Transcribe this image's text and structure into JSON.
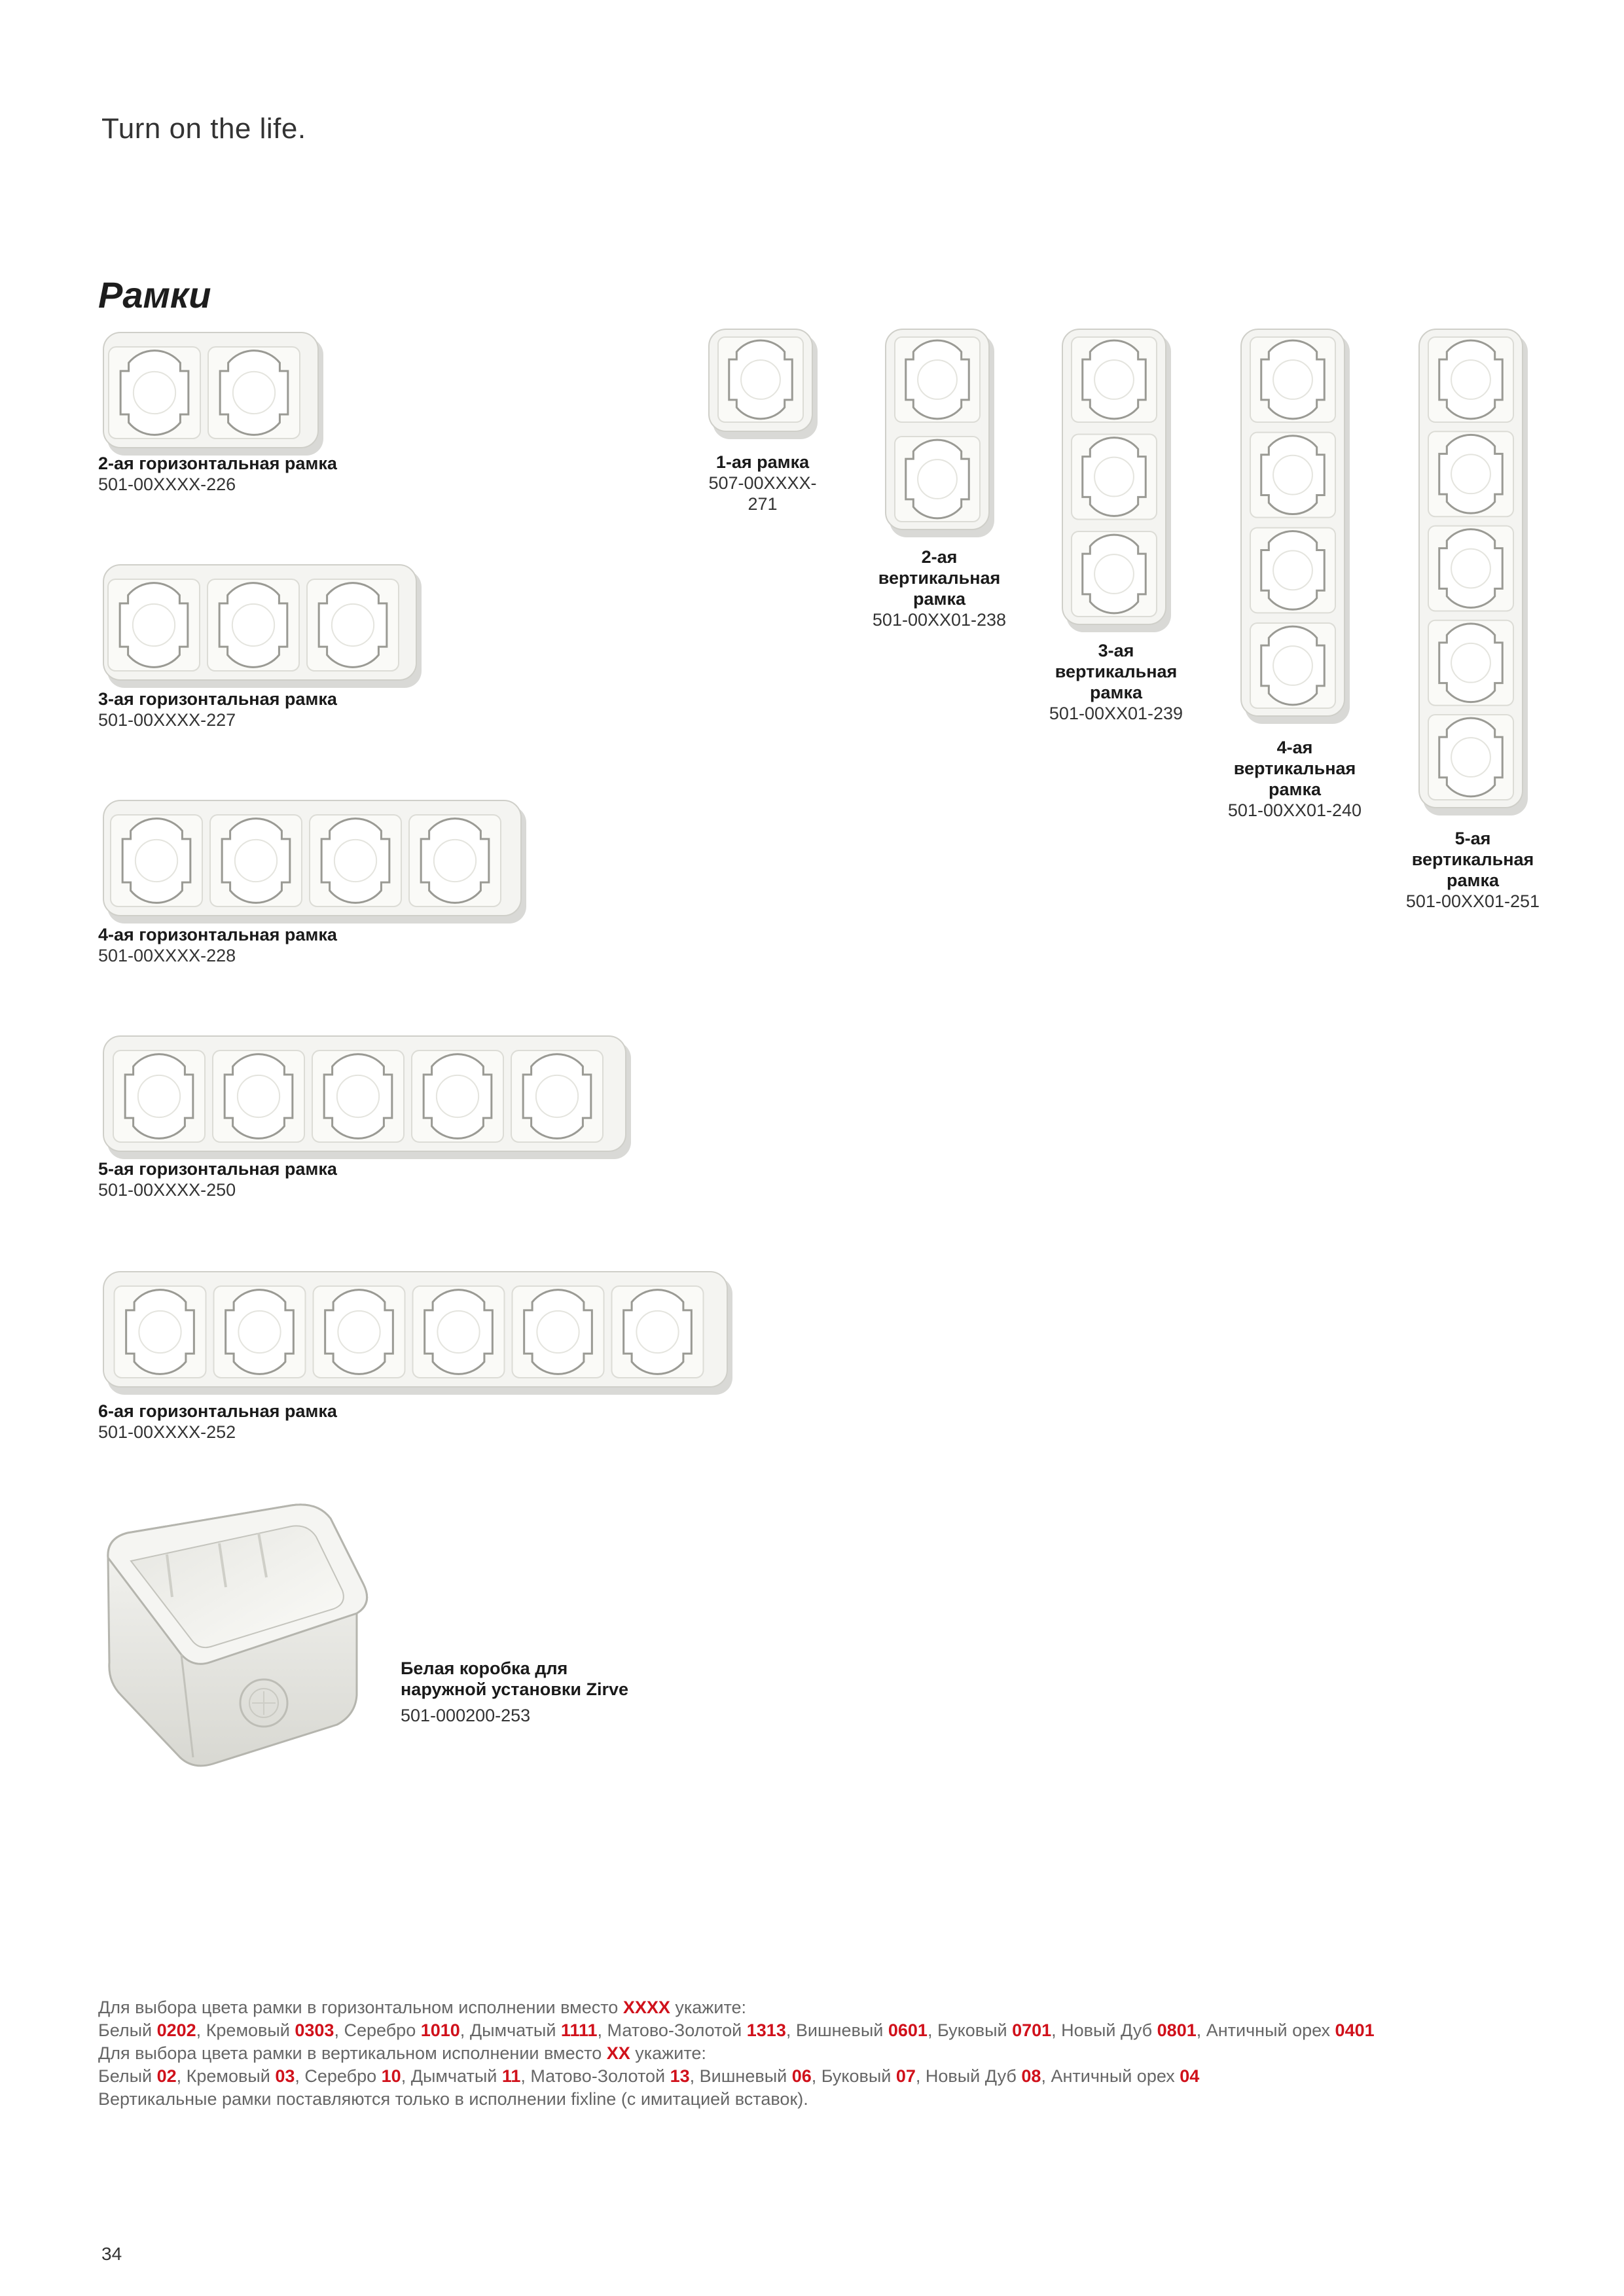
{
  "header": {
    "slogan": "Turn on the life."
  },
  "section": {
    "title": "Рамки"
  },
  "horizontal_frames": [
    {
      "title": "2-ая горизонтальная рамка",
      "code": "501-00XXXX-226",
      "gangs": 2
    },
    {
      "title": "3-ая горизонтальная рамка",
      "code": "501-00XXXX-227",
      "gangs": 3
    },
    {
      "title": "4-ая горизонтальная рамка",
      "code": "501-00XXXX-228",
      "gangs": 4
    },
    {
      "title": "5-ая горизонтальная рамка",
      "code": "501-00XXXX-250",
      "gangs": 5
    },
    {
      "title": "6-ая горизонтальная рамка",
      "code": "501-00XXXX-252",
      "gangs": 6
    }
  ],
  "vertical_frames": [
    {
      "title_lines": [
        "1-ая рамка"
      ],
      "code": "507-00XXXX-271",
      "gangs": 1
    },
    {
      "title_lines": [
        "2-ая",
        "вертикальная",
        "рамка"
      ],
      "code": "501-00XX01-238",
      "gangs": 2
    },
    {
      "title_lines": [
        "3-ая",
        "вертикальная",
        "рамка"
      ],
      "code": "501-00XX01-239",
      "gangs": 3
    },
    {
      "title_lines": [
        "4-ая",
        "вертикальная",
        "рамка"
      ],
      "code": "501-00XX01-240",
      "gangs": 4
    },
    {
      "title_lines": [
        "5-ая",
        "вертикальная",
        "рамка"
      ],
      "code": "501-00XX01-251",
      "gangs": 5
    }
  ],
  "box": {
    "title_lines": [
      "Белая коробка для",
      "наружной установки Zirve"
    ],
    "code": "501-000200-253"
  },
  "notes": {
    "line1": {
      "before": "Для выбора цвета рамки в горизонтальном исполнении вместо ",
      "code": "XXXX",
      "after": " укажите:"
    },
    "line2": [
      {
        "name": "Белый ",
        "code": "0202",
        "sep": ", "
      },
      {
        "name": "Кремовый ",
        "code": "0303",
        "sep": ", "
      },
      {
        "name": "Серебро ",
        "code": "1010",
        "sep": ", "
      },
      {
        "name": "Дымчатый ",
        "code": "1111",
        "sep": ", "
      },
      {
        "name": "Матово-Золотой ",
        "code": "1313",
        "sep": ", "
      },
      {
        "name": "Вишневый ",
        "code": "0601",
        "sep": ", "
      },
      {
        "name": "Буковый ",
        "code": "0701",
        "sep": ", "
      },
      {
        "name": "Новый Дуб ",
        "code": "0801",
        "sep": ", "
      },
      {
        "name": "Античный орех ",
        "code": "0401",
        "sep": ""
      }
    ],
    "line3": {
      "before": "Для выбора цвета рамки в вертикальном исполнении вместо ",
      "code": "XX",
      "after": " укажите:"
    },
    "line4": [
      {
        "name": "Белый ",
        "code": "02",
        "sep": ", "
      },
      {
        "name": "Кремовый ",
        "code": "03",
        "sep": ", "
      },
      {
        "name": "Серебро ",
        "code": "10",
        "sep": ", "
      },
      {
        "name": "Дымчатый ",
        "code": "11",
        "sep": ", "
      },
      {
        "name": "Матово-Золотой ",
        "code": "13",
        "sep": ", "
      },
      {
        "name": "Вишневый ",
        "code": "06",
        "sep": ", "
      },
      {
        "name": "Буковый ",
        "code": "07",
        "sep": ", "
      },
      {
        "name": "Новый Дуб ",
        "code": "08",
        "sep": ", "
      },
      {
        "name": "Античный орех ",
        "code": "04",
        "sep": ""
      }
    ],
    "line5": "Вертикальные рамки поставляются только в исполнении fixline (с имитацией вставок)."
  },
  "footer": {
    "page_number": "34"
  },
  "colors": {
    "accent": "#d0111b",
    "frame_fill": "#f4f4f1",
    "frame_shadow": "#b9b9b4",
    "frame_line": "#9a9a94"
  },
  "icons": [
    "frame-photo",
    "surface-box-photo"
  ]
}
